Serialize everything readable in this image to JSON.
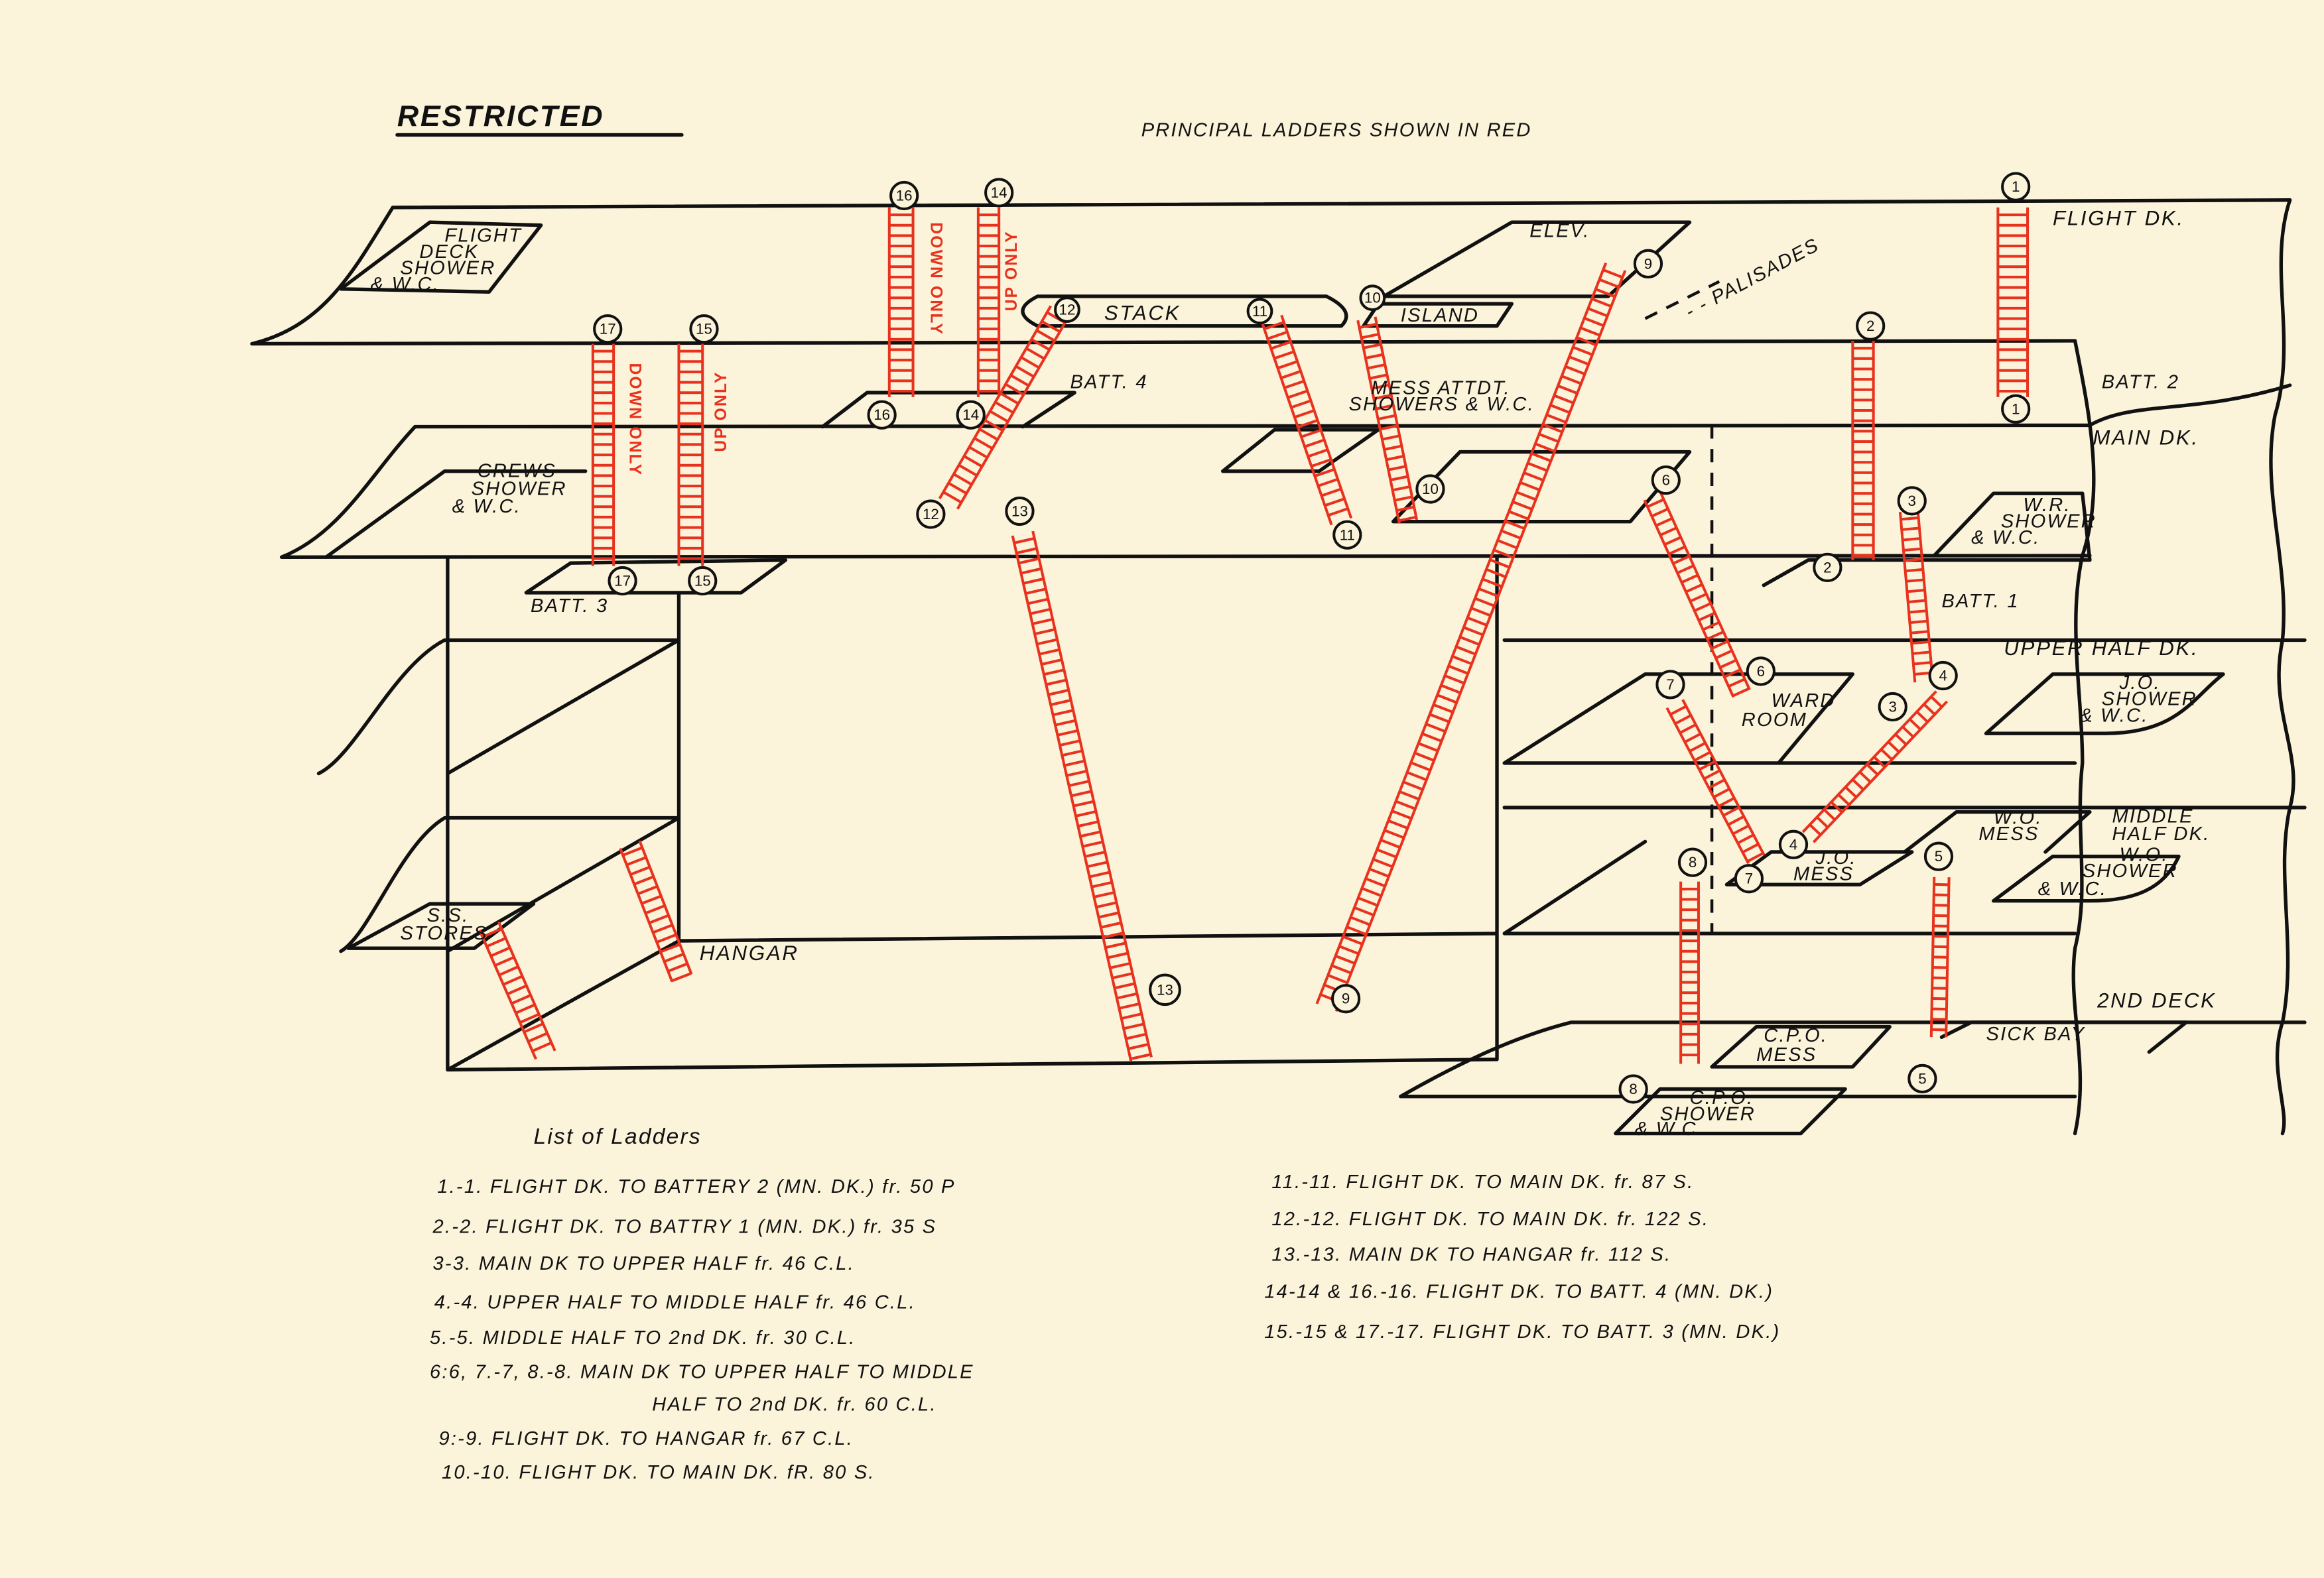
{
  "title": "RESTRICTED",
  "subtitle": "PRINCIPAL LADDERS SHOWN IN RED",
  "colors": {
    "paper": "#fbf3da",
    "ink": "#111111",
    "ladder": "#e8321e"
  },
  "decks": {
    "flight": "FLIGHT DK.",
    "batt2": "BATT. 2",
    "main": "MAIN DK.",
    "batt1": "BATT. 1",
    "upper_half": "UPPER HALF DK.",
    "middle_half": [
      "MIDDLE",
      "HALF DK."
    ],
    "second": "2ND DECK",
    "hangar": "HANGAR",
    "batt3": "BATT. 3",
    "batt4": "BATT. 4"
  },
  "spaces": {
    "flight_shower": [
      "FLIGHT",
      "DECK",
      "SHOWER",
      "& W.C."
    ],
    "crews_shower": [
      "CREWS",
      "SHOWER",
      "& W.C."
    ],
    "stack": "STACK",
    "elev": "ELEV.",
    "island": "ISLAND",
    "palisades": "- - PALISADES",
    "mess_attdt": [
      "MESS ATTDT.",
      "SHOWERS & W.C."
    ],
    "wr_shower": [
      "W.R.",
      "SHOWER",
      "& W.C."
    ],
    "ward_room": [
      "WARD",
      "ROOM"
    ],
    "jo_shower": [
      "J.O.",
      "SHOWER",
      "& W.C."
    ],
    "wo_mess": [
      "W.O.",
      "MESS"
    ],
    "jo_mess": [
      "J.O.",
      "MESS"
    ],
    "wo_shower": [
      "W.O.",
      "SHOWER",
      "& W.C."
    ],
    "cpo_mess": [
      "C.P.O.",
      "MESS"
    ],
    "sick_bay": "SICK BAY",
    "cpo_shower": [
      "C.P.O.",
      "SHOWER",
      "& W.C."
    ],
    "ss_stores": [
      "S.S.",
      "STORES"
    ]
  },
  "ladder_notes": {
    "down_only": "DOWN ONLY",
    "up_only": "UP ONLY"
  },
  "markers": [
    "1",
    "1",
    "2",
    "2",
    "3",
    "3",
    "4",
    "4",
    "5",
    "5",
    "6",
    "6",
    "7",
    "7",
    "8",
    "8",
    "9",
    "9",
    "10",
    "10",
    "11",
    "11",
    "12",
    "12",
    "13",
    "14",
    "14",
    "15",
    "15",
    "16",
    "16",
    "17",
    "17"
  ],
  "legend": {
    "heading": "List of Ladders",
    "left": [
      "1.-1. FLIGHT DK. TO BATTERY 2 (MN. DK.) fr. 50 P",
      "2.-2. FLIGHT DK. TO BATTRY 1 (MN. DK.) fr. 35 S",
      "3-3. MAIN DK TO UPPER HALF fr. 46 C.L.",
      "4.-4. UPPER HALF TO MIDDLE HALF fr. 46 C.L.",
      "5.-5. MIDDLE HALF TO 2nd DK. fr. 30 C.L.",
      "6:6, 7.-7, 8.-8. MAIN DK TO UPPER HALF TO MIDDLE",
      "HALF TO 2nd DK. fr. 60 C.L.",
      "9:-9. FLIGHT DK. TO HANGAR fr. 67 C.L.",
      "10.-10. FLIGHT DK. TO MAIN DK. fR. 80 S."
    ],
    "right": [
      "11.-11. FLIGHT DK. TO MAIN DK. fr. 87 S.",
      "12.-12. FLIGHT DK. TO MAIN DK. fr. 122 S.",
      "13.-13. MAIN DK TO HANGAR fr. 112 S.",
      "14-14 & 16.-16. FLIGHT DK. TO BATT. 4 (MN. DK.)",
      "15.-15 & 17.-17. FLIGHT DK. TO BATT. 3 (MN. DK.)"
    ]
  }
}
